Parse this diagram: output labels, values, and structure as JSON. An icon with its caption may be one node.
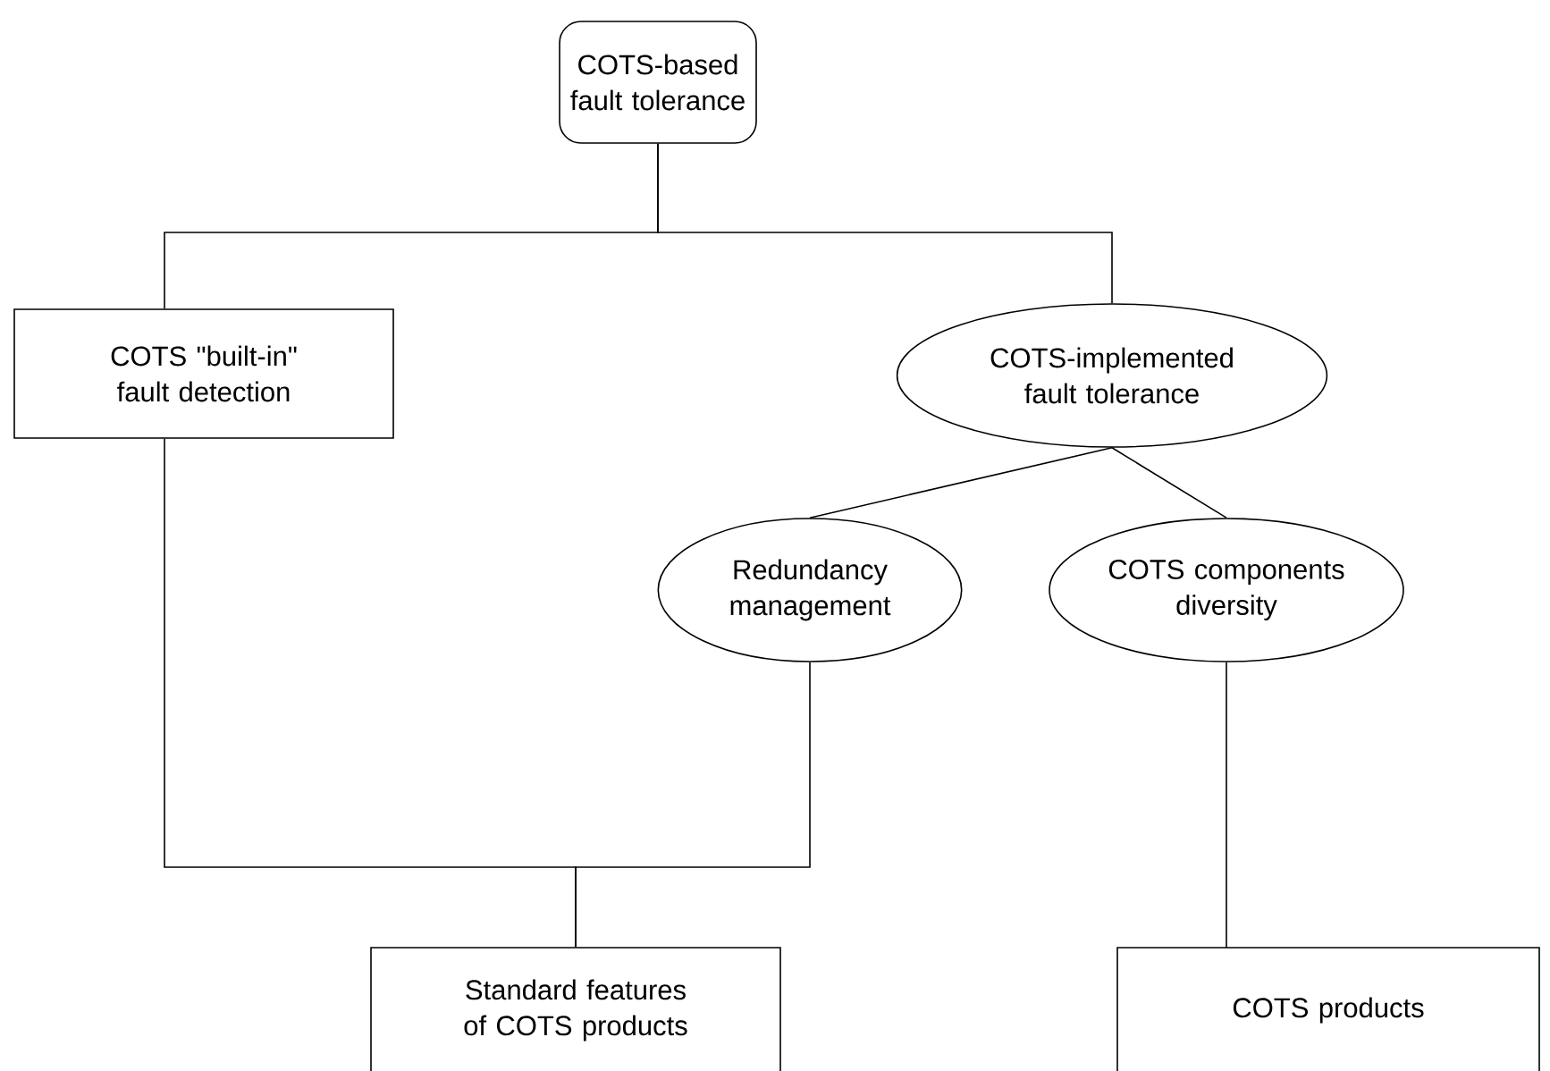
{
  "diagram": {
    "nodes": [
      {
        "text": [
          "COTS-based fault tolerance"
        ]
      },
      {
        "text": [
          "COTS \"built-in\" fault detection"
        ]
      },
      {
        "text": [
          "COTS-implemented fault tolerance"
        ]
      },
      {
        "text": [
          "Redundancy management"
        ]
      },
      {
        "text": [
          "COTS components diversity"
        ]
      },
      {
        "text": [
          "Standard features of COTS products"
        ]
      },
      {
        "text": [
          "COTS products"
        ]
      }
    ],
    "edges": [
      {
        "from": 0,
        "to": 1,
        "arrow": "none"
      },
      {
        "from": 0,
        "to": 2,
        "arrow": "none"
      },
      {
        "from": 2,
        "to": 3,
        "arrow": "none"
      },
      {
        "from": 2,
        "to": 4,
        "arrow": "none"
      },
      {
        "from": 1,
        "to": 5,
        "arrow": "none"
      },
      {
        "from": 3,
        "to": 5,
        "arrow": "none"
      },
      {
        "from": 4,
        "to": 6,
        "arrow": "none"
      }
    ]
  }
}
